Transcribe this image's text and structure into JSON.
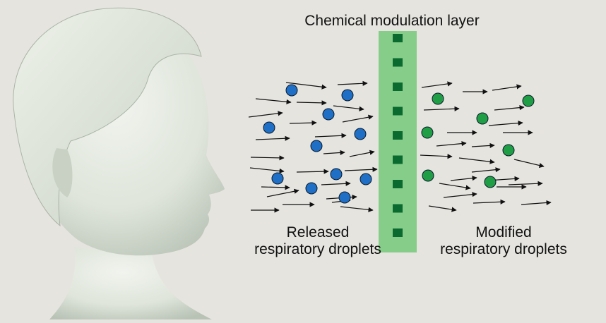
{
  "labels": {
    "layer_title": "Chemical modulation layer",
    "left_line1": "Released",
    "left_line2": "respiratory droplets",
    "right_line1": "Modified",
    "right_line2": "respiratory droplets"
  },
  "colors": {
    "background": "#e6e4df",
    "head": "#dfe4da",
    "head_shadow": "#b9c1b6",
    "layer": "#86cd8a",
    "layer_squares": "#0b6a2f",
    "released_droplet": "#1f6fc6",
    "modified_droplet": "#1f9e46",
    "arrow": "#111111"
  },
  "icons": {
    "head": "mannequin-head-icon",
    "released": "blue-droplet-icon",
    "modified": "green-droplet-icon",
    "flow": "arrow-icon"
  }
}
